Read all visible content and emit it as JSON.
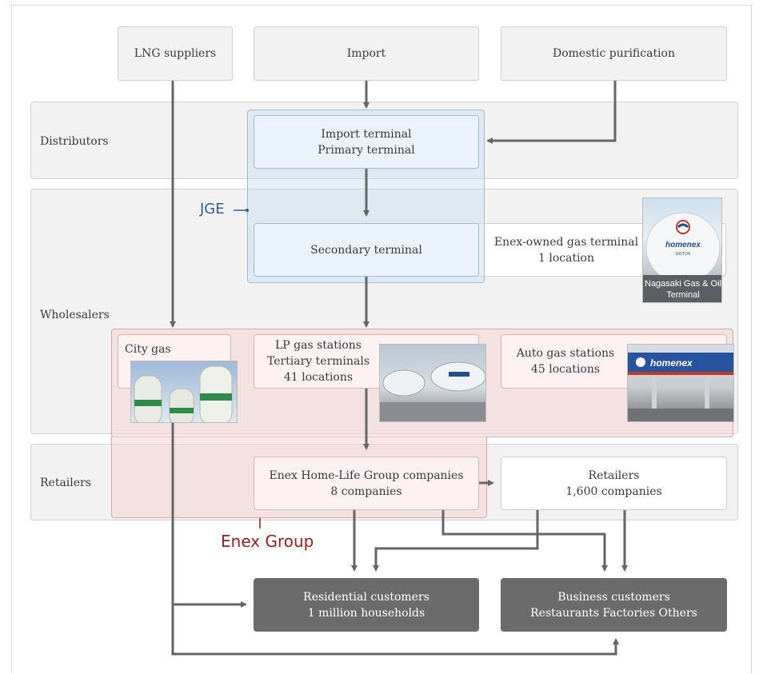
{
  "sources": {
    "lng": "LNG suppliers",
    "import": "Import",
    "domestic": "Domestic purification"
  },
  "bands": {
    "distributors": "Distributors",
    "wholesalers": "Wholesalers",
    "retailers": "Retailers"
  },
  "nodes": {
    "import_terminal": {
      "line1": "Import terminal",
      "line2": "Primary terminal"
    },
    "secondary_terminal": "Secondary terminal",
    "enex_owned": {
      "line1": "Enex-owned gas terminal",
      "line2": "1 location"
    },
    "city_gas": "City gas",
    "lp_stations": {
      "line1": "LP gas stations",
      "line2": "Tertiary terminals",
      "line3": "41 locations"
    },
    "auto_stations": {
      "line1": "Auto gas stations",
      "line2": "45 locations"
    },
    "enex_homelife": {
      "line1": "Enex Home-Life Group companies",
      "line2": "8 companies"
    },
    "retailers_box": {
      "line1": "Retailers",
      "line2": "1,600 companies"
    },
    "residential": {
      "line1": "Residential customers",
      "line2": "1 million households"
    },
    "business": {
      "line1": "Business customers",
      "line2": "Restaurants  Factories  Others"
    }
  },
  "photos": {
    "nagasaki_caption": "Nagasaki Gas & Oil Terminal",
    "tank_brand": "homenex",
    "tank_capacity": "600TON",
    "station_brand": "homenex"
  },
  "groups": {
    "jge": "JGE",
    "enex": "Enex Group"
  },
  "colors": {
    "jge": "#2e5f8f",
    "enex": "#9b1c1c",
    "arrow": "#666666"
  }
}
